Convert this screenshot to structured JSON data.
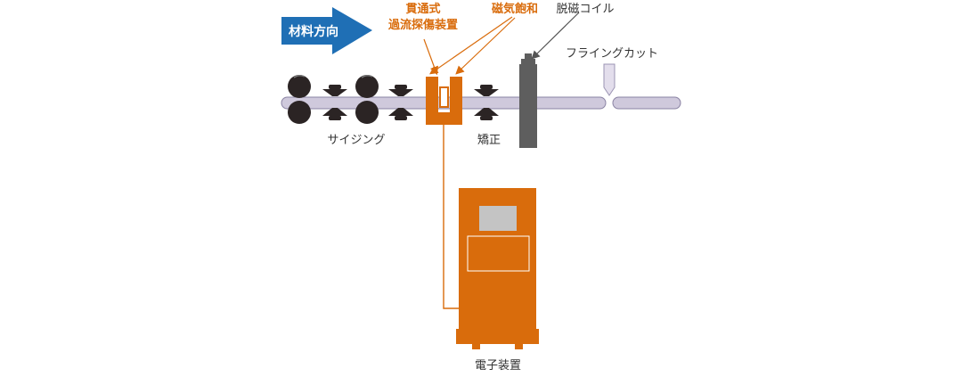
{
  "colors": {
    "orange": "#d96c0c",
    "blue": "#1f6fb5",
    "pipe_fill": "#cfc9dc",
    "pipe_stroke": "#8a83a3",
    "roller": "#2b2424",
    "coil": "#5e5e5e",
    "screen": "#c4c4c4",
    "text": "#333333"
  },
  "labels": {
    "direction": "材料方向",
    "eddy_line1": "貫通式",
    "eddy_line2": "過流探傷装置",
    "saturation": "磁気飽和",
    "demag_coil": "脱磁コイル",
    "flying_cut": "フライングカット",
    "sizing": "サイジング",
    "straightening": "矯正",
    "electronics": "電子装置"
  }
}
